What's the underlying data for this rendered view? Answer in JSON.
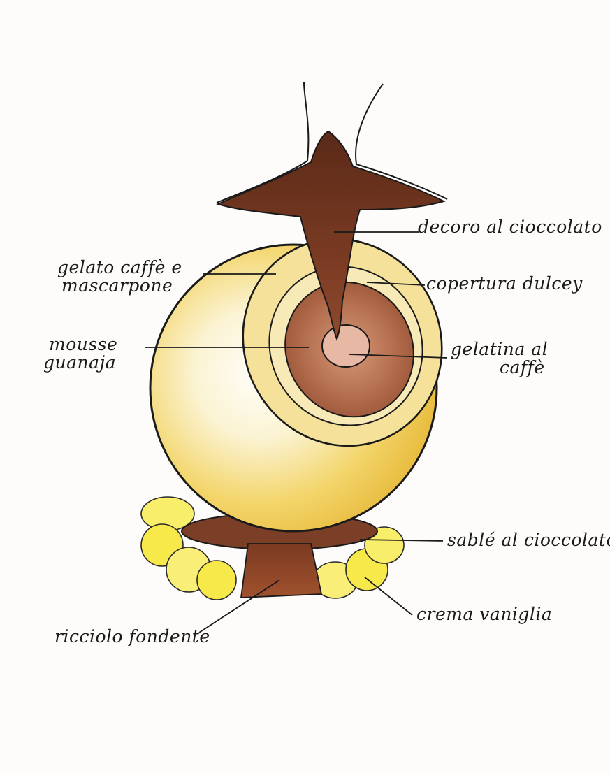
{
  "labels": {
    "decoro": "decoro al cioccolato",
    "gelato": [
      "gelato caffè e",
      "mascarpone"
    ],
    "copertura": "copertura dulcey",
    "mousse": [
      "mousse",
      "guanaja"
    ],
    "gelatina": [
      "gelatina al",
      "caffè"
    ],
    "sable": "sablé al cioccolato",
    "crema": "crema vaniglia",
    "ricciolo": "ricciolo fondente"
  },
  "colors": {
    "paper": "#fdfcfa",
    "ink": "#1a1a1a",
    "chocolate": "#6b3520",
    "caramel_yellow": "#f2d34a",
    "vanilla_yellow": "#f7ea2a",
    "coffee_brown": "#a85a3a"
  }
}
